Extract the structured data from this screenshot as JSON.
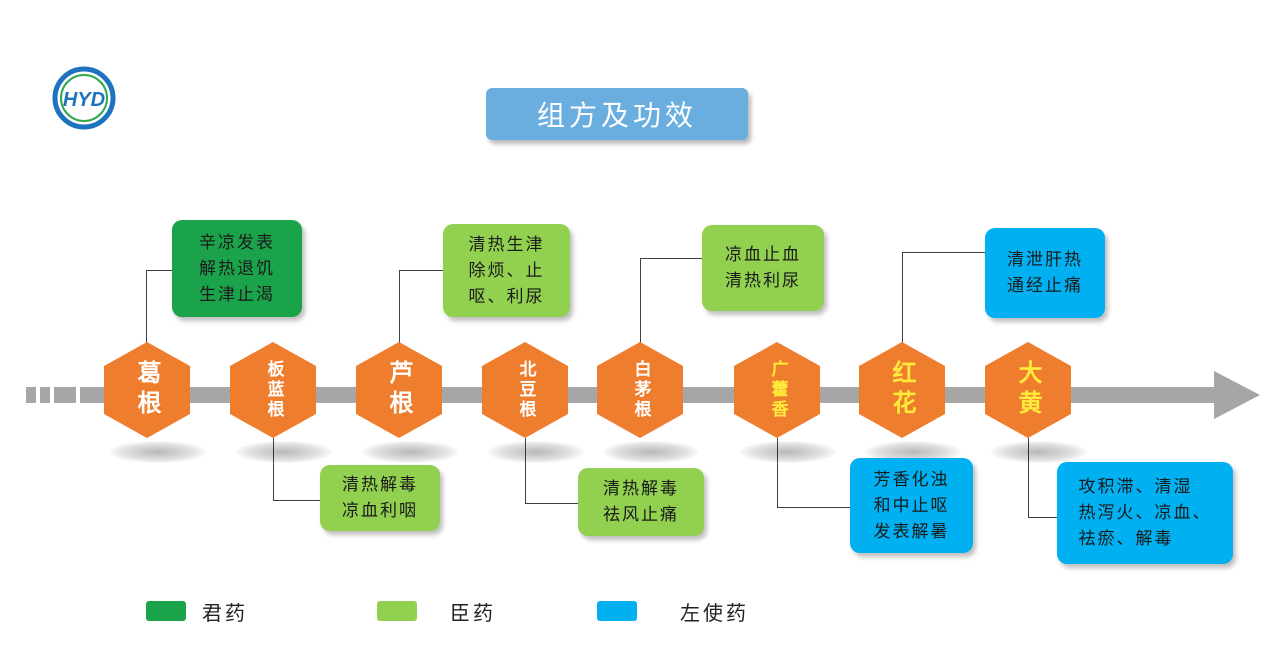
{
  "title": "组方及功效",
  "logo": {
    "text": "HYD"
  },
  "colors": {
    "hex": "#ef7d2e",
    "jun": "#1aa34a",
    "chen": "#92d050",
    "zuoshi": "#00b0f0",
    "title_bg": "#6aaee0",
    "timeline": "#a6a6a6"
  },
  "herbs": [
    {
      "name": "葛根",
      "effect": "辛凉发表\n解热退饥\n生津止渴",
      "role": "jun"
    },
    {
      "name": "板蓝根",
      "effect": "清热解毒\n凉血利咽",
      "role": "chen"
    },
    {
      "name": "芦根",
      "effect": "清热生津\n除烦、止\n呕、利尿",
      "role": "chen"
    },
    {
      "name": "北豆根",
      "effect": "清热解毒\n祛风止痛",
      "role": "chen"
    },
    {
      "name": "白茅根",
      "effect": "凉血止血\n清热利尿",
      "role": "chen"
    },
    {
      "name": "广藿香",
      "effect": "芳香化浊\n和中止呕\n发表解暑",
      "role": "zuoshi"
    },
    {
      "name": "红花",
      "effect": "清泄肝热\n通经止痛",
      "role": "zuoshi"
    },
    {
      "name": "大黄",
      "effect": "攻积滞、清湿\n热泻火、凉血、\n祛瘀、解毒",
      "role": "zuoshi"
    }
  ],
  "legend": [
    {
      "label": "君药",
      "color": "#1aa34a"
    },
    {
      "label": "臣药",
      "color": "#92d050"
    },
    {
      "label": "左使药",
      "color": "#00b0f0"
    }
  ]
}
